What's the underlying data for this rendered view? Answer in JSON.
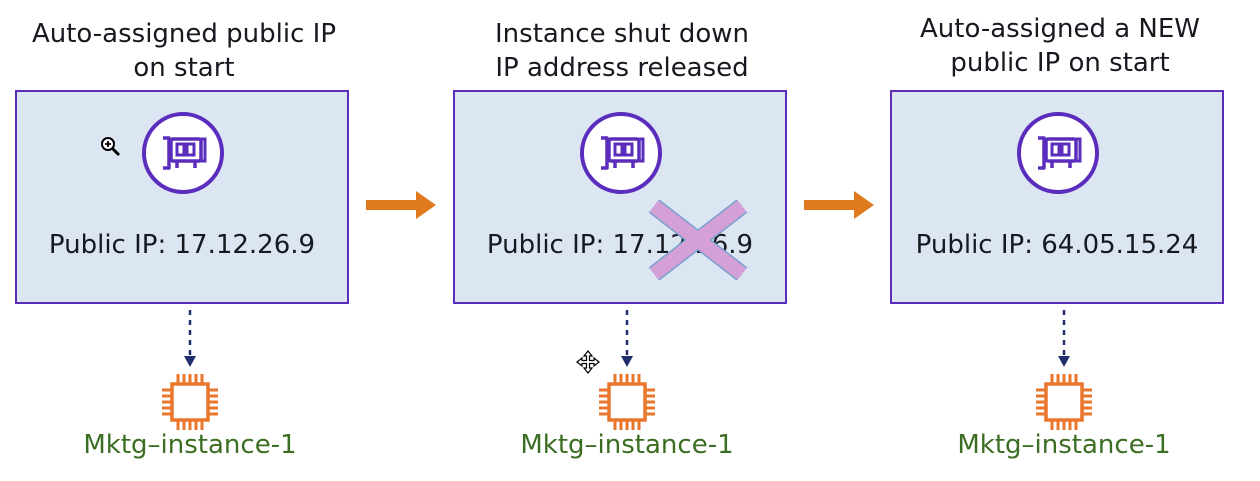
{
  "steps": [
    {
      "caption_line1": "Auto-assigned public IP",
      "caption_line2": "on start",
      "ip_text": "Public IP: 17.12.26.9",
      "instance": "Mktg–instance-1",
      "released": false
    },
    {
      "caption_line1": "Instance shut down",
      "caption_line2": "IP address released",
      "ip_text": "Public IP: 17.12.26.9",
      "instance": "Mktg–instance-1",
      "released": true
    },
    {
      "caption_line1": "Auto-assigned a NEW",
      "caption_line2": "public IP on start",
      "ip_text": "Public IP: 64.05.15.24",
      "instance": "Mktg–instance-1",
      "released": false
    }
  ],
  "icons": {
    "network_interface": "network-interface-icon",
    "instance": "ec2-instance-chip-icon",
    "flow_arrow": "flow-arrow-icon",
    "released_mark": "cross-out-icon"
  },
  "colors": {
    "panel_fill": "#dce6f3",
    "panel_border": "#5a2dbd",
    "nic_purple": "#5a2dbd",
    "arrow_orange": "#e07a1f",
    "chip_orange": "#e8762b",
    "instance_green": "#3b6e22",
    "dash_navy": "#1f2f6b",
    "cross_pink": "#d9a1d6"
  }
}
